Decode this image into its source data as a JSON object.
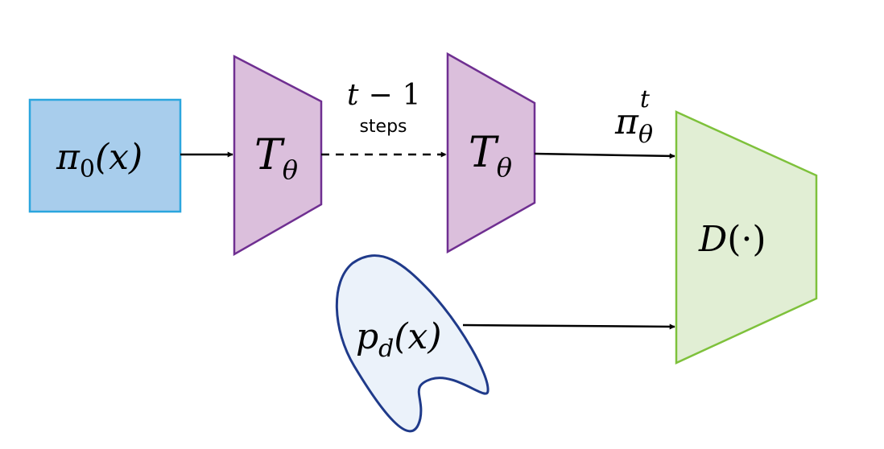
{
  "nodes": {
    "prior": {
      "symbol": "π",
      "subscript": "0",
      "arg": "(x)",
      "fill": "#a8cdec",
      "stroke": "#2ba6de"
    },
    "transform_first": {
      "symbol": "T",
      "subscript": "θ",
      "fill": "#dbbfdc",
      "stroke": "#6f2f91"
    },
    "transform_last": {
      "symbol": "T",
      "subscript": "θ",
      "fill": "#dbbfdc",
      "stroke": "#6f2f91"
    },
    "discriminator": {
      "symbol": "D",
      "arg": "(·)",
      "fill": "#e1eed4",
      "stroke": "#7ec13b"
    },
    "data": {
      "symbol": "p",
      "subscript": "d",
      "arg": "(x)",
      "fill": "#ebf2fa",
      "stroke": "#1f3a8a"
    }
  },
  "edges": {
    "steps": {
      "expr_left": "t",
      "expr_op": "−",
      "expr_right": "1",
      "label": "steps"
    },
    "output": {
      "symbol": "π",
      "superscript": "t",
      "subscript": "θ"
    }
  }
}
